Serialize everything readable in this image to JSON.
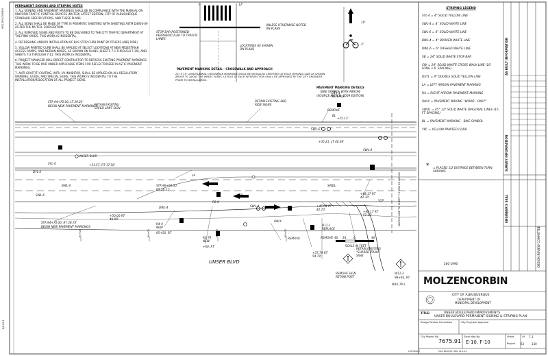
{
  "left_margin": {
    "top_text": "MOLZEN-CORBIN",
    "bottom_text": "8/15/11"
  },
  "notes": {
    "heading": "PERMANENT SIGNING AND STRIPING NOTES",
    "items": [
      "1.   ALL SIGNING AND PAVEMENT MARKINGS SHALL BE IN COMPLIANCE WITH THE MANUAL ON UNIFORM TRAFFIC CONTROL DEVICES (MUTCD) LATEST EDITION, CITY OF ALBUQUERQUE STANDARD SPECIFICATIONS, AND THESE PLANS.",
      "2.   ALL SIGNS SHALL BE MADE OF TYPE XI PRISMATIC SHEETING WITH SHEETING ASTM D4956-09 AS PER THE MUTCD, 2009 EDITION.",
      "3.   ALL REMOVED SIGNS AND POSTS TO BE DELIVERED TO THE CITY TRAFFIC DEPARTMENT AT THE PINO YARDS. THIS WORK IS INCIDENTAL.",
      "4.   REFRESHING AND/OR INSTALLATION OF BUS STOP CURB PAINT BY OTHERS (ABQ RIDE).",
      "5.   YELLOW PAINTED CURB SHALL BE APPLIED AT SELECT LOCATIONS AT NEW PEDESTRIAN ACCESS RAMPS, AND MEDIAN NOSES, AS SHOWN ON PLANS (SHEETS 7-1 THROUGH 7-20), AND SHEETS 7-2 THROUGH 7-11. THIS WORK IS INCIDENTAL.",
      "6.   PROJECT MANAGER WILL DIRECT CONTRACTOR TO REFRESH EXISTING PAVEMENT MARKINGS. THIS WORK TO BE PAID UNDER APPLICABLE ITEMS FOR REFLECTORIZED PLASTIC PAVEMENT MARKINGS.",
      "7.   ANTI-GRAFFITI COATING, WITH UV INHIBITOR, SHALL BE APPLIED ON ALL REGULATORY, WARNING, GUIDE, AND SPECIAL SIGNS. THIS WORK IS INCIDENTAL TO THE INSTALLATION/RELOCATION OF ALL PROJECT SIGNS."
    ]
  },
  "details": {
    "stop_bar": "STOP BAR POSITIONED PERPENDICULAR TO TRAFFIC LANES",
    "unless_noted": "UNLESS OTHERWISE NOTED ON PLANS",
    "locations_as_shown": "LOCATIONS AS SHOWN ON PLANS",
    "crosswalk_title": "PAVEMENT MARKING DETAIL - CROSSWALK AND APPROACH",
    "crosswalk_note": "24\" X 10' LONGITUDINAL CROSSWALK MARKINGS SHALL BE INSTALLED CENTERED AT EACH DRIVING LANE AS SHOWN ABOVE TO AVOID THE WHEEL PATHS. LAYOUT AT EACH INTERSECTION SHALL BE APPROVED BY THE CITY ENGINEER PRIOR TO INSTALLATION.",
    "bike_title": "PAVEMENT MARKING DETAILS",
    "bike_sub1": "BIKE SYMBOL WITH ARROW",
    "bike_sub2": "(SOURCE MUTCD, 2009 EDITION)",
    "dim_6": "6'",
    "dim_12": "12\"",
    "dim_10": "10'",
    "dim_2": "2'"
  },
  "plan_labels": {
    "sta_top": "STA 94+70.00, LT 29.25'",
    "begin_top": "BEGIN NEW PAVEMENT MARKINGS",
    "retain_speed": "RETAIN EXISTING SPEED LIMIT SIGN",
    "retain_abq": "RETAIN EXISTING ABQ RIDE SIGNS",
    "d11_replace": "D11-1 REPLACE",
    "remove_1": "REMOVE",
    "bl_1": "BL",
    "bl_offset": "+55.13'",
    "swl6_1": "SWL-6",
    "sta_a": "+35.21, LT 40.09'",
    "swl4_1": "SWL-4",
    "match_line": "MATCH LINE TO SHEET 7-2 STA 99+00.00",
    "unser_upper": "UNSER BLVD",
    "syl4": "SYL-4",
    "rt_a": "+51.57, RT 17.50'",
    "dyl4": "DYL-4",
    "bwl4": "BWL-4",
    "la": "LA",
    "sta_mid": "STA 96+60.00",
    "rt_mid": "RT 16.21'",
    "swl6_2": "SWL-6",
    "r9_8": "R9-8",
    "dwl4": "DWL-4",
    "bl_2": "BL",
    "swl4_2": "SWL-4",
    "swdl": "SWDL",
    "rt_b": "+88.17 RT 42.30'",
    "ycp": "YCP",
    "r4_4": "R4-4 NEW",
    "r4_4_sta": "95+50, RT",
    "sta_bottom": "STA 94+70.00, RT 28.73'",
    "begin_bottom": "BEGIN NEW PAVEMENT MARKINGS",
    "rt_c": "+50.00 RT 40.09'",
    "r3_7r": "R3-7R NEW",
    "r3_7r_sta": "+60, RT",
    "only": "ONLY",
    "rt_d": "+45.62 RT 42.73'",
    "rt_e": "+48.17 RT 51.22'",
    "d11_replace_2": "D11-1 REPLACE",
    "remove_2": "REMOVE",
    "remove_3": "REMOVE",
    "rt_f": "+37.79 RT 54.79'",
    "retain_share": "RETAIN EXISTING \"SHARED TRAIL\" SIGN",
    "remove_sign": "REMOVE SIGN RETAIN POST",
    "w11_2": "W11-2",
    "w11_2_sta": "98+92, RT",
    "w16_7p": "W16-7p-L",
    "unser_lower": "UNSER BLVD",
    "sta_ticks": [
      "95+00",
      "96+00",
      "97+00",
      "98+00"
    ],
    "scale_nums": [
      "40",
      "20",
      "0",
      "40"
    ],
    "scale_label": "SCALE IN FEET",
    "note_star": "*",
    "note_text": "= PLACED 1/2 DISTANCE BETWEEN TURN ARROWS"
  },
  "legend": {
    "title": "STRIPING LEGEND",
    "items": [
      "SYL-4 = 4\" SOLID YELLOW LINE",
      "SWL-4 = 4\" SOLID WHITE LINE",
      "SWL-6 = 6\" SOLID WHITE LINE",
      "BWL-4 = 4\" BROKEN WHITE LINE",
      "DWL-6 = 6\" DASHED WHITE LINE",
      "SB = 24\" SOLID WHITE STOP BAR",
      "CW = 24\" SOLID WHITE CROSS WALK LINE (10' LONG x 6' SPACING)",
      "DSYL = 4\" DOUBLE SOLID YELLOW LINE",
      "LA = LEFT ARROW PAVEMENT MARKING",
      "RA = RIGHT ARROW PAVEMENT MARKING",
      "ONLY = PAVEMENT MAKING \"WORD - ONLY\"",
      "SWDL = 45° 12\" SOLID WHITE DIAGONAL LINES (15-FT SPACING)",
      "BL = PAVEMENT MARKING - BIKE SYMBOL",
      "YPC = YELLOW PAINTED CURB"
    ]
  },
  "title_block": {
    "as_built": "AS BUILT INFORMATION",
    "survey_info": "SURVEY INFORMATION",
    "engineers_seal": "ENGINEER'S SEAL",
    "design_review": "DESIGN REVIEW COMMITTEE",
    "seal_number": "260-1990",
    "firm_name_a": "MOLZEN",
    "firm_name_b": "CORBIN",
    "city": "CITY OF ALBUQUERQUE",
    "department": "DEPARTMENT OF",
    "division": "MUNICIPAL DEVELOPMENT",
    "title_label": "TITLE:",
    "project_title": "UNSER BOULEVARD IMPROVEMENTS",
    "sheet_title": "UNSER BOULEVARD PERMANENT SIGNING & STRIPING PLAN",
    "design_review_comm": "Design Review Committee",
    "city_engineer": "City Engineer Approval",
    "city_project": "City Project No.",
    "project_no": "7675.91",
    "zone_map": "Zone Map No.",
    "zone_value": "E-10, F-10",
    "sheet_label": "Sheet",
    "sheet_of": "Of",
    "sheet_value": "7-1",
    "project_sheet": "Project",
    "project_sheet_value": "63",
    "of_value": "130",
    "copyright": "COPYRIGHT",
    "mca": "MCA PROJECT: ABQ 11-1-14"
  }
}
